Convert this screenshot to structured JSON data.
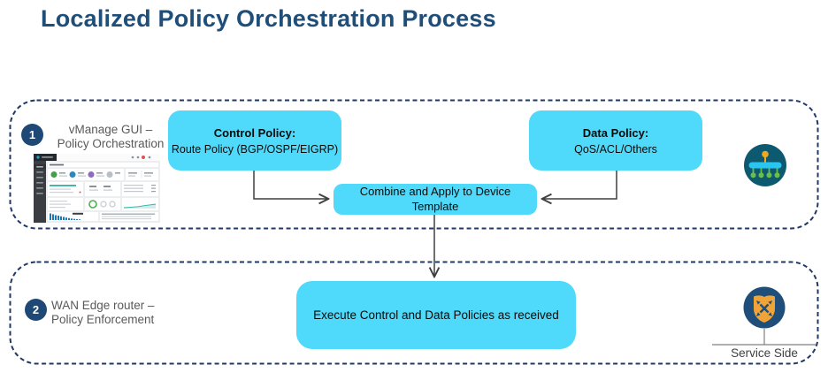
{
  "title": "Localized Policy Orchestration Process",
  "sections": [
    {
      "number": "1",
      "label_line1": "vManage GUI –",
      "label_line2": "Policy Orchestration"
    },
    {
      "number": "2",
      "label_line1": "WAN Edge router –",
      "label_line2": "Policy Enforcement"
    }
  ],
  "boxes": {
    "control_policy": {
      "title": "Control Policy:",
      "subtitle": "Route Policy (BGP/OSPF/EIGRP)"
    },
    "data_policy": {
      "title": "Data Policy:",
      "subtitle": "QoS/ACL/Others"
    },
    "combine": {
      "label": "Combine and Apply to Device Template"
    },
    "execute": {
      "label": "Execute Control and Data Policies as received"
    }
  },
  "annotations": {
    "service_side": "Service Side"
  },
  "icons": {
    "orchestration": "vmanage-controller-icon",
    "enforcement": "wan-edge-shield-icon",
    "screenshot": "vmanage-dashboard-thumbnail"
  },
  "colors": {
    "title_navy": "#1F4E79",
    "box_cyan": "#4FD9FA",
    "dashed_border_navy": "#1F3864",
    "step_circle_navy": "#1E4876",
    "label_gray": "#595959",
    "arrow_gray": "#3F3F3F",
    "icon1_bg_teal": "#0D5A70",
    "icon1_bar_cyan": "#29C6F2",
    "icon1_dot_orange": "#F2A71C",
    "icon1_dot_green": "#6CBE4C",
    "icon2_bg_navy": "#1E4E79",
    "icon2_shield_gold": "#F0A437"
  }
}
